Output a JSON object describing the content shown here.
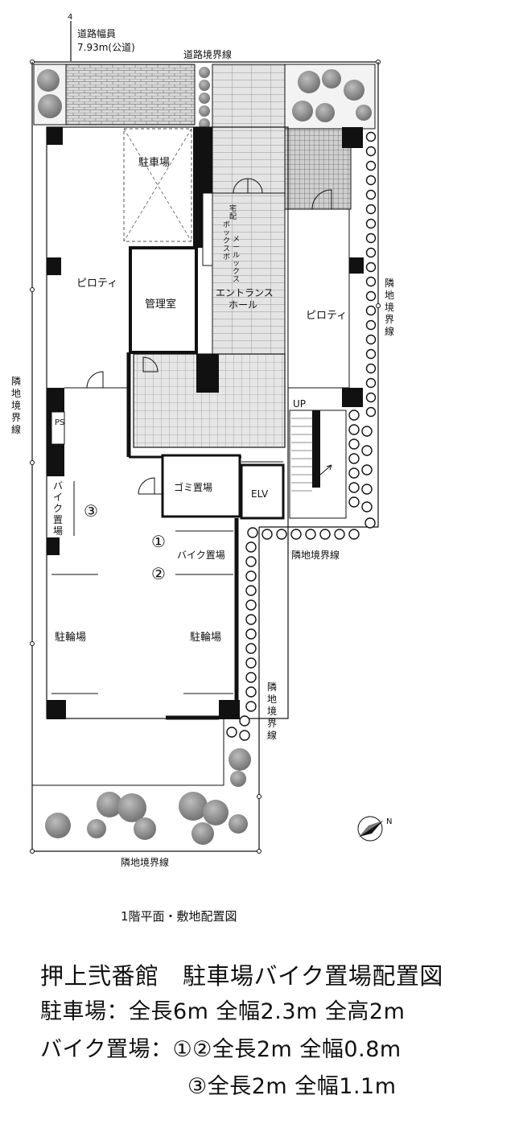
{
  "plan": {
    "road_width_label": "道路幅員",
    "road_width_value": "7.93m(公道)",
    "road_boundary": "道路境界線",
    "neighbor_boundary": "隣地境界線",
    "neighbor_boundary_vertical": [
      "隣",
      "地",
      "境",
      "界",
      "線"
    ],
    "rooms": {
      "parking": "駐車場",
      "piloti_left": "ピロティ",
      "piloti_right": "ピロティ",
      "management": "管理室",
      "entrance_line1": "エントランス",
      "entrance_line2": "ホール",
      "garbage": "ゴミ置場",
      "elevator": "ELV",
      "ps": "PS",
      "up": "UP",
      "bike_area_vertical": [
        "バ",
        "イ",
        "ク",
        "置",
        "場"
      ],
      "bike_area": "バイク置場",
      "bicycle_left": "駐輪場",
      "bicycle_right": "駐輪場",
      "delivery_box": [
        "宅",
        "配",
        "ボ",
        "ッ",
        "ク",
        "ス"
      ],
      "mail_box": [
        "メ",
        "ー",
        "ル",
        "ボ",
        "ッ",
        "ク",
        "ス"
      ]
    },
    "markers": [
      "①",
      "②",
      "③"
    ],
    "north": "N",
    "road_number": "4"
  },
  "caption": "1階平面・敷地配置図",
  "spec": {
    "title": "押上弐番館　駐車場バイク置場配置図",
    "parking": "駐車場：全長6m 全幅2.3m 全高2m",
    "bike12": "バイク置場：①②全長2m 全幅0.8m",
    "bike3": "③全長2m 全幅1.1m"
  }
}
